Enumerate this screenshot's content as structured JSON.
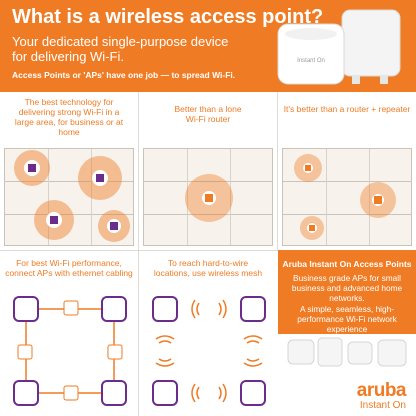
{
  "hero": {
    "title": "What is a wireless access point?",
    "subtitle": "Your dedicated single-purpose device for delivering Wi-Fi.",
    "small": "Access Points or 'APs' have one job — to spread Wi-Fi."
  },
  "panels": {
    "p1": "The best technology for delivering strong Wi-Fi in a large area, for business or at home",
    "p2": "Better than a lone Wi-Fi router",
    "p3": "It's better than a router + repeater",
    "p4": "For best Wi-Fi performance, connect APs with ethernet cabling",
    "p5": "To reach hard-to-wire locations, use wireless mesh"
  },
  "promo": {
    "title": "Aruba Instant On Access Points",
    "text1": "Business grade APs for small business and advanced home networks.",
    "text2": "A simple, seamless, high-performance Wi-Fi network experience",
    "brand": "aruba",
    "brand_sub": "Instant On"
  },
  "device_label": "Instant On",
  "colors": {
    "accent": "#ef7b24",
    "ap_purple": "#6b2d8c"
  }
}
